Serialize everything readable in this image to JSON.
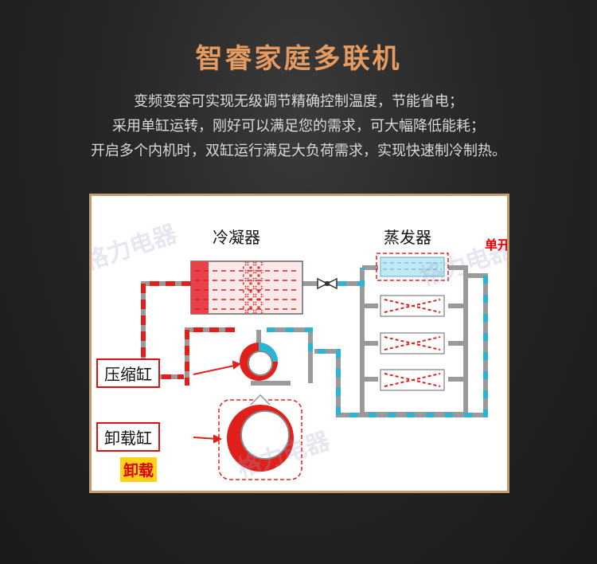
{
  "header": {
    "title": "智睿家庭多联机",
    "lines": [
      "变频变容可实现无级调节精确控制温度，节能省电；",
      "采用单缸运转，刚好可以满足您的需求，可大幅降低能耗；",
      "开启多个内机时，双缸运行满足大负荷需求，实现快速制冷制热。"
    ]
  },
  "diagram": {
    "condenser_label": "冷凝器",
    "evaporator_label": "蒸发器",
    "compress_cylinder_label": "压缩缸",
    "unload_cylinder_label": "卸载缸",
    "mode_badge": "卸载",
    "corner_tag": "单开",
    "watermark": "格力电器",
    "colors": {
      "frame": "#c79b6f",
      "hot_pipe": "#e0201b",
      "cold_pipe": "#29b6d6",
      "pipe": "#9a9a9a",
      "title": "#e59a60"
    }
  }
}
